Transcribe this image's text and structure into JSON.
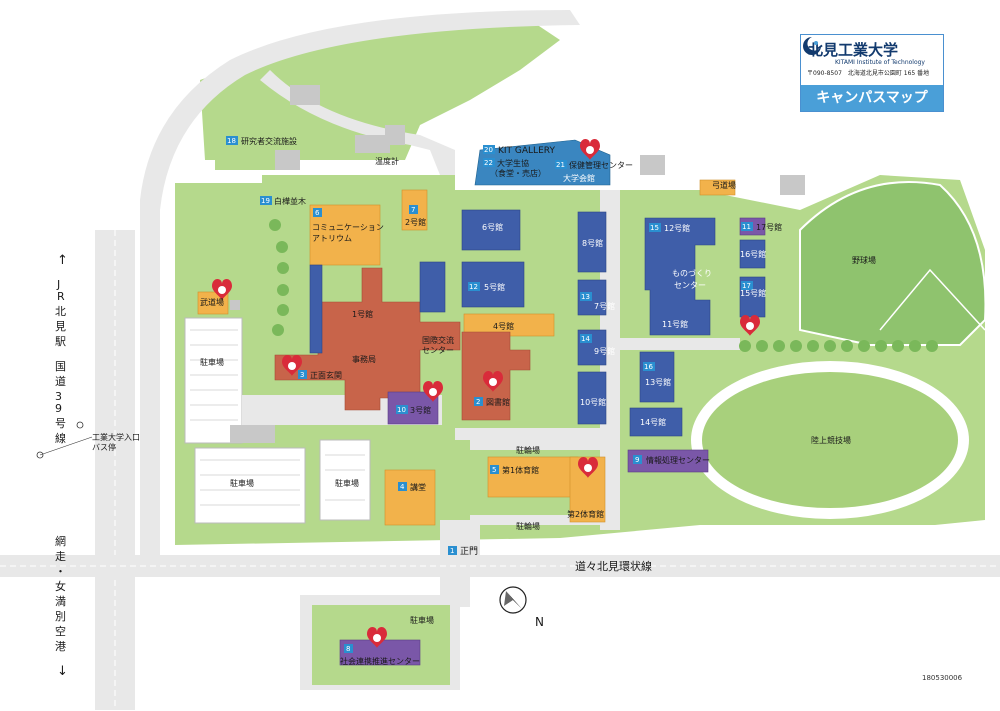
{
  "legend": {
    "university": "北見工業大学",
    "english": "KITAMI Institute of Technology",
    "address": "〒090-8507　北海道北見市公園町 165 番地",
    "title": "キャンパスマップ"
  },
  "map_code": "180530006",
  "north": "N",
  "roads": {
    "station": "JR北見駅",
    "route39": "国道39号線",
    "airport": "網走・女満別空港",
    "ring": "道々北見環状線",
    "bus_stop": "工業大学入口\nバス停"
  },
  "buildings": {
    "b1": {
      "num": "1",
      "name": "正門"
    },
    "b2": {
      "num": "2",
      "name": "図書館"
    },
    "b3": {
      "num": "3",
      "name": "正面玄関"
    },
    "b4": {
      "num": "4",
      "name": "講堂"
    },
    "b5": {
      "num": "5",
      "name": "第1体育館"
    },
    "b6": {
      "num": "6",
      "name": "コミュニケーション\nアトリウム"
    },
    "b7": {
      "num": "7",
      "name": "2号館"
    },
    "b8": {
      "num": "8",
      "name": "社会連携推進センター"
    },
    "b9": {
      "num": "9",
      "name": "情報処理センター"
    },
    "b10": {
      "num": "10",
      "name": "3号館"
    },
    "b11": {
      "num": "11",
      "name": "17号館"
    },
    "b12": {
      "num": "12",
      "name": "5号館"
    },
    "b13": {
      "num": "13",
      "name": "7号館"
    },
    "b14": {
      "num": "14",
      "name": "9号館"
    },
    "b15": {
      "num": "15",
      "name": "12号館"
    },
    "b16": {
      "num": "16",
      "name": "13号館"
    },
    "b17": {
      "num": "17",
      "name": "15号館"
    },
    "b18": {
      "num": "18",
      "name": "研究者交流施設"
    },
    "b19": {
      "num": "19",
      "name": "白樺並木"
    },
    "b20": {
      "num": "20",
      "name": "KIT GALLERY"
    },
    "b21": {
      "num": "21",
      "name": "保健管理センター"
    },
    "b22": {
      "num": "22",
      "name": "大学生協\n（食堂・売店）"
    }
  },
  "labels": {
    "bldg1": "1号館",
    "jimukyoku": "事務局",
    "kokusai": "国際交流\nセンター",
    "bldg4": "4号館",
    "bldg6": "6号館",
    "bldg8": "8号館",
    "bldg10": "10号館",
    "bldg11": "11号館",
    "bldg14": "14号館",
    "bldg16": "16号館",
    "monozukuri": "ものづくり\nセンター",
    "daigakukaikan": "大学会館",
    "taiikukan2": "第2体育館",
    "budojo": "武道場",
    "kyudojo": "弓道場",
    "yakyujo": "野球場",
    "rikujo": "陸上競技場",
    "ondokei": "温度計",
    "parking": "駐車場",
    "churinjo": "駐輪場"
  },
  "colors": {
    "green": "#b5d98c",
    "road": "#e8e8e8",
    "blue": "#3f5ea9",
    "orange": "#f2b24b",
    "red": "#c8644a",
    "purple": "#7a57a8",
    "lightblue": "#3a86c0",
    "aed": "#d92b3a",
    "accent": "#2a8fd0"
  }
}
